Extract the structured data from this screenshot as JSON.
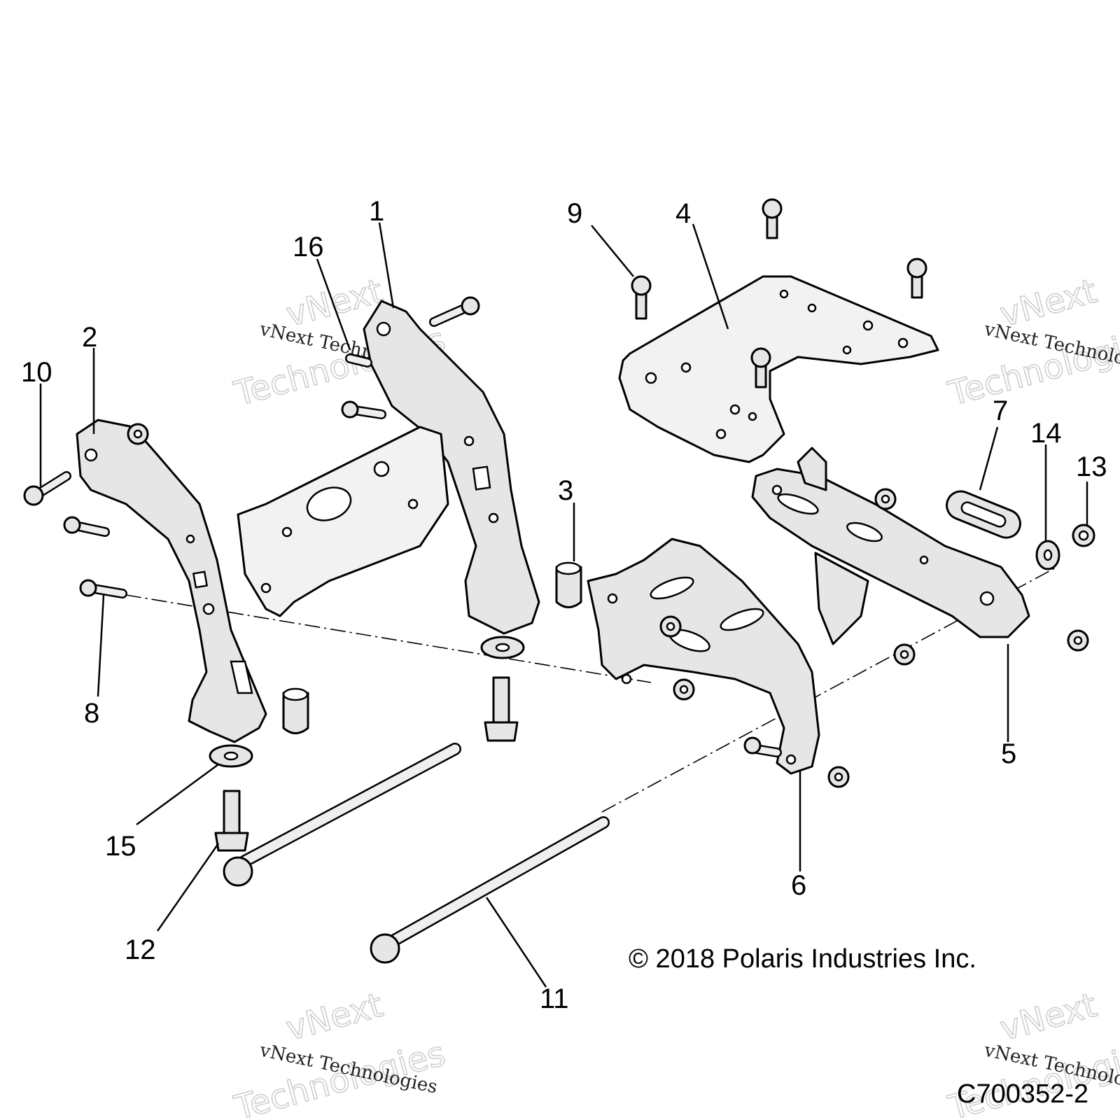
{
  "callouts": [
    "1",
    "2",
    "3",
    "4",
    "5",
    "6",
    "7",
    "8",
    "9",
    "10",
    "11",
    "12",
    "13",
    "14",
    "15",
    "16"
  ],
  "copyright": "© 2018 Polaris Industries Inc.",
  "drawing_number": "C700352-2",
  "watermark": {
    "line_small": "vNext Technologies",
    "line_big_1": "vNext",
    "line_big_2": "Technologies"
  }
}
